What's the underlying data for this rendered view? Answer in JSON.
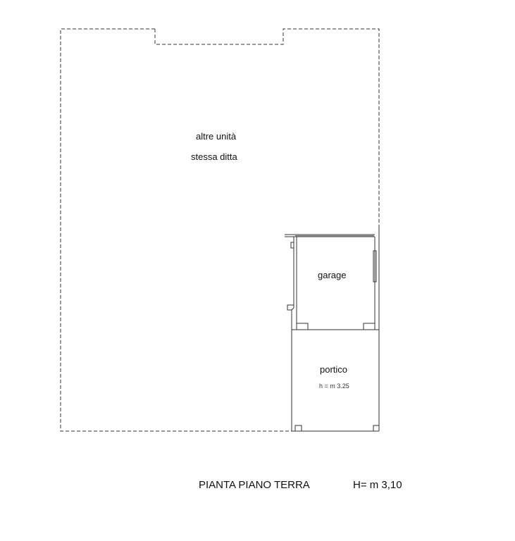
{
  "rooms": {
    "other_units": {
      "line1": "altre unità",
      "line2": "stessa ditta"
    },
    "garage": {
      "label": "garage"
    },
    "portico": {
      "label": "portico",
      "height": "h = m 3.25"
    }
  },
  "title": "PIANTA PIANO TERRA",
  "height_label": "H= m 3,10"
}
